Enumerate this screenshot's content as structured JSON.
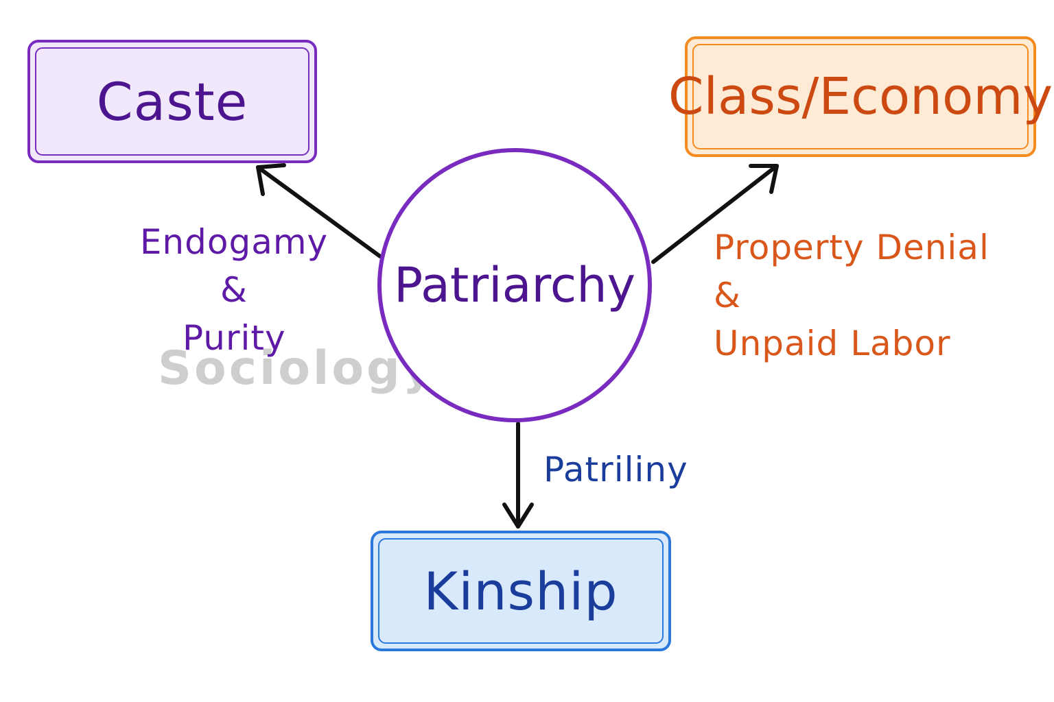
{
  "center": {
    "label": "Patriarchy"
  },
  "nodes": {
    "caste": {
      "label": "Caste"
    },
    "class": {
      "label": "Class/Economy"
    },
    "kinship": {
      "label": "Kinship"
    }
  },
  "edges": {
    "caste": {
      "line1": "Endogamy &",
      "line2": "Purity"
    },
    "class": {
      "line1": "Property Denial &",
      "line2": "Unpaid Labor"
    },
    "kinship": {
      "line1": "Patriliny"
    }
  },
  "watermark": "Sociology Owl",
  "colors": {
    "purple": "#7a2bbf",
    "orange": "#f58a1f",
    "blue": "#2a78dc",
    "arrow": "#111111"
  }
}
